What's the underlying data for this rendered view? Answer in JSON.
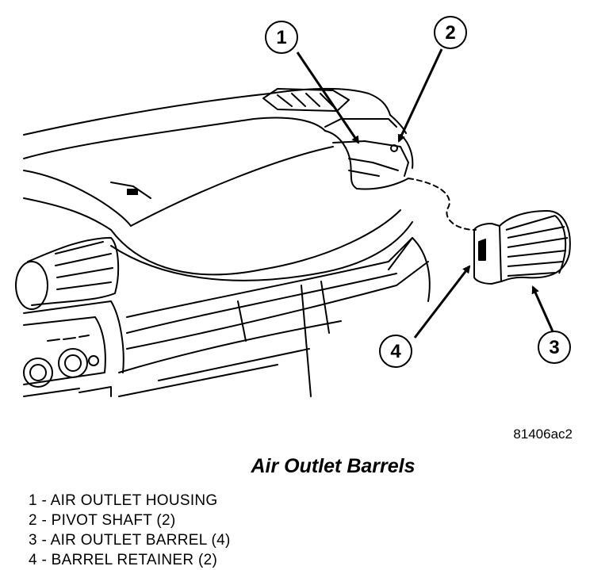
{
  "figure_id": "81406ac2",
  "title": "Air Outlet Barrels",
  "callouts": [
    "1",
    "2",
    "3",
    "4"
  ],
  "legend": [
    "1 - AIR OUTLET HOUSING",
    "2 - PIVOT SHAFT (2)",
    "3 - AIR OUTLET BARREL (4)",
    "4 - BARREL RETAINER (2)"
  ],
  "colors": {
    "line": "#000000",
    "background": "#ffffff"
  }
}
